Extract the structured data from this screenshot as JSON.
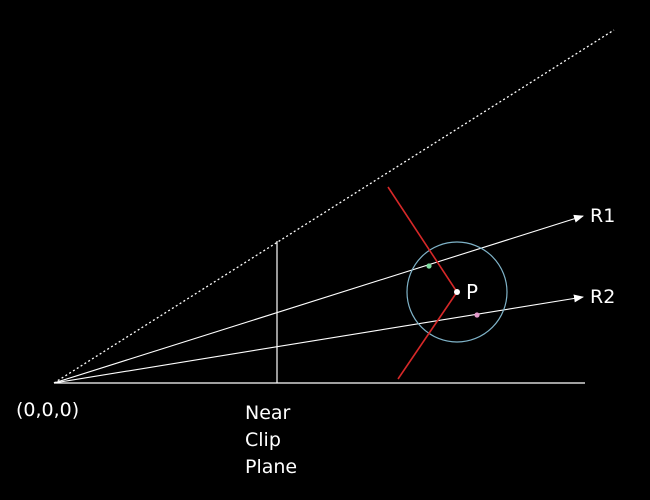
{
  "labels": {
    "origin": "(0,0,0)",
    "near_clip_plane": [
      "Near",
      "Clip",
      "Plane"
    ],
    "point": "P",
    "ray1": "R1",
    "ray2": "R2"
  },
  "colors": {
    "background": "#000000",
    "lines": "#ffffff",
    "circle": "#7fb3c8",
    "tangent": "#d62828",
    "ray1_hit": "#7fdca0",
    "ray2_hit": "#e39acb",
    "point": "#ffffff"
  }
}
